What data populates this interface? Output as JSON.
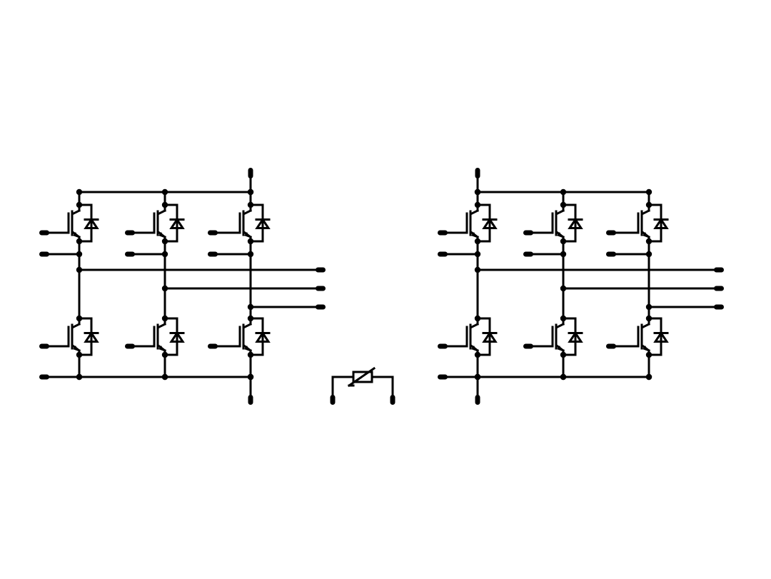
{
  "diagram": {
    "type": "igbt-module-schematic",
    "stroke_color": "#000000",
    "background_color": "#ffffff",
    "inverter_bridges": [
      {
        "id": "left",
        "phase_legs": 3,
        "switches_per_leg": 2,
        "switch_symbol": "igbt-with-antiparallel-diode-icon",
        "dc_rail_terminals": [
          "top",
          "bottom"
        ],
        "phase_output_terminals": 3
      },
      {
        "id": "right",
        "phase_legs": 3,
        "switches_per_leg": 2,
        "switch_symbol": "igbt-with-antiparallel-diode-icon",
        "dc_rail_terminals": [
          "top",
          "bottom"
        ],
        "phase_output_terminals": 3
      }
    ],
    "thermistor": {
      "symbol": "ntc-thermistor-icon",
      "terminals": 2
    }
  }
}
